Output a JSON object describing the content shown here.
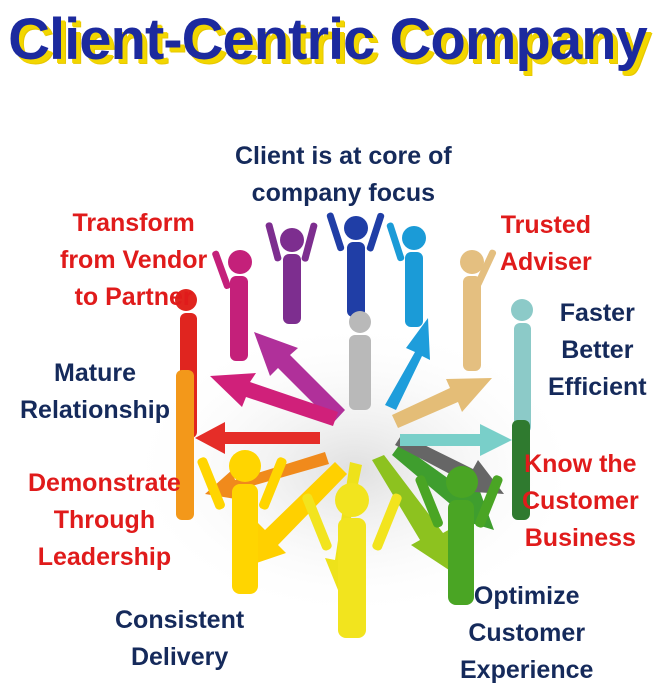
{
  "title": "Client-Centric Company",
  "labels": {
    "core": [
      "Client is at core of",
      "company focus"
    ],
    "transform": [
      "Transform",
      "from Vendor",
      "to Partner"
    ],
    "trusted": [
      "Trusted",
      "Adviser"
    ],
    "faster": [
      "Faster",
      "Better",
      "Efficient"
    ],
    "mature": [
      "Mature",
      "Relationship"
    ],
    "demonstrate": [
      "Demonstrate",
      "Through",
      "Leadership"
    ],
    "know": [
      "Know the",
      "Customer",
      "Business"
    ],
    "consistent": [
      "Consistent",
      "Delivery"
    ],
    "optimize": [
      "Optimize",
      "Customer",
      "Experience"
    ]
  },
  "colors": {
    "title": "#1c2a9e",
    "title_shadow": "#f2d600",
    "label_navy": "#152a5b",
    "label_red": "#e01b1b",
    "figures": [
      "#7b2d8e",
      "#c31f77",
      "#1f3fa8",
      "#1a9ad6",
      "#e3c07c",
      "#86c9c9",
      "#2e8b2e",
      "#4aa320",
      "#9ccc1a",
      "#f0e020",
      "#ffd400",
      "#f49b1a",
      "#e23b26"
    ]
  }
}
